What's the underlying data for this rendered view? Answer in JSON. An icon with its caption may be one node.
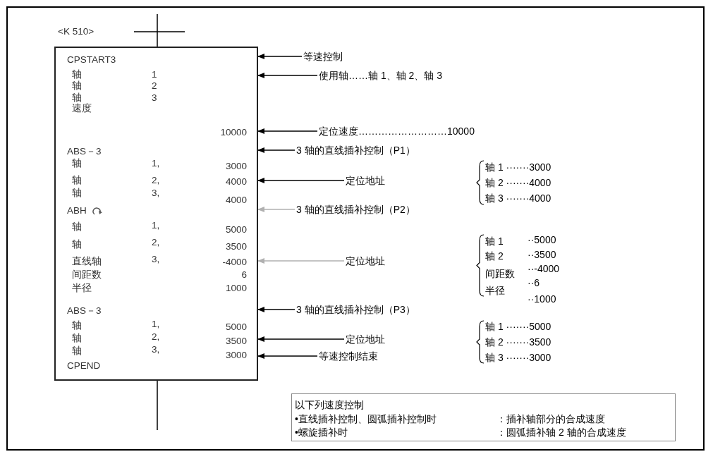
{
  "diagram": {
    "nodes": [
      {
        "text": [
          "CPSTART3",
          "轴",
          "1",
          "轴",
          "2",
          "轴",
          "3",
          "速度",
          "10000",
          "ABS－3",
          "轴",
          "1,",
          "3000",
          "轴",
          "2,",
          "4000",
          "轴",
          "3,",
          "4000",
          "ABH",
          "轴",
          "1,",
          "5000",
          "轴",
          "2,",
          "3500",
          "直线轴",
          "3,",
          "-4000",
          "间距数",
          "6",
          "半径",
          "1000",
          "ABS－3",
          "轴",
          "1,",
          "5000",
          "轴",
          "2,",
          "3500",
          "轴",
          "3,",
          "3000",
          "CPEND"
        ]
      },
      {
        "text": [
          "等速控制"
        ]
      },
      {
        "text": [
          "使用轴……轴 1、轴 2、轴 3"
        ]
      },
      {
        "text": [
          "定位速度………………………10000"
        ]
      },
      {
        "text": [
          "3 轴的直线插补控制（P1）"
        ]
      },
      {
        "text": [
          "定位地址"
        ]
      },
      {
        "text": [
          "3 轴的直线插补控制（P2）"
        ]
      },
      {
        "text": [
          "定位地址"
        ]
      },
      {
        "text": [
          "3 轴的直线插补控制（P3）"
        ]
      },
      {
        "text": [
          "定位地址"
        ]
      },
      {
        "text": [
          "等速控制结束"
        ]
      },
      {
        "text": [
          "以下列速度控制",
          "•直线插补控制、圆弧插补控制时",
          "：插补轴部分的合成速度",
          "•螺旋插补时",
          "：圆弧插补轴 2 轴的合成速度"
        ]
      }
    ],
    "edges": [
      {
        "from": 1,
        "to": 0,
        "arrow": "to"
      },
      {
        "from": 2,
        "to": 0,
        "arrow": "to"
      },
      {
        "from": 3,
        "to": 0,
        "arrow": "to"
      },
      {
        "from": 4,
        "to": 0,
        "arrow": "to"
      },
      {
        "from": 5,
        "to": 0,
        "arrow": "to"
      },
      {
        "from": 6,
        "to": 0,
        "arrow": "to",
        "color": "#b0b0b0"
      },
      {
        "from": 7,
        "to": 0,
        "arrow": "to",
        "color": "#b0b0b0"
      },
      {
        "from": 8,
        "to": 0,
        "arrow": "to"
      },
      {
        "from": 9,
        "to": 0,
        "arrow": "to"
      },
      {
        "from": 10,
        "to": 0,
        "arrow": "to"
      }
    ],
    "labels": [
      "<K 510>",
      "轴 1 ·······3000",
      "轴 2 ·······4000",
      "轴 3 ·······4000",
      "轴 1",
      "··5000",
      "轴 2",
      "··3500",
      "间距数",
      "··-4000",
      "··6",
      "半径",
      "··1000",
      "轴 1 ·······5000",
      "轴 2 ·······3500",
      "轴 3 ·······3000"
    ]
  }
}
